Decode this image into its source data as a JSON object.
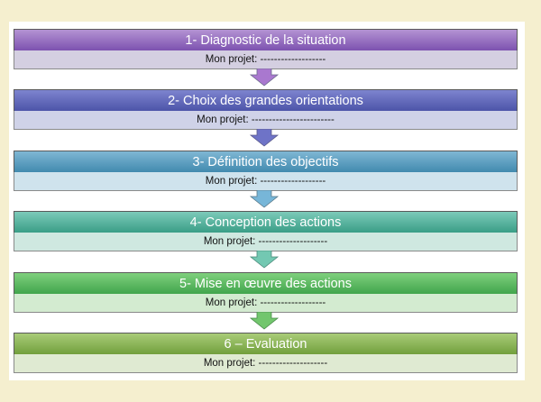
{
  "steps": [
    {
      "title": "1- Diagnostic de la situation",
      "note": "Mon projet: -------------------",
      "head_top": "#b493d3",
      "head_bottom": "#7a4fae",
      "sub_color": "#d4cfe1",
      "arrow_color": "#a978cf"
    },
    {
      "title": "2- Choix des grandes orientations",
      "note": "Mon projet: ------------------------",
      "head_top": "#7d84cf",
      "head_bottom": "#4b52a7",
      "sub_color": "#cfd2e8",
      "arrow_color": "#6e73c7"
    },
    {
      "title": "3- Définition des objectifs",
      "note": "Mon projet: -------------------",
      "head_top": "#7fb7d4",
      "head_bottom": "#3f88ad",
      "sub_color": "#cfe3ed",
      "arrow_color": "#77b6d8"
    },
    {
      "title": "4- Conception des actions",
      "note": "Mon projet: --------------------",
      "head_top": "#7ccab9",
      "head_bottom": "#379c84",
      "sub_color": "#cfe8e0",
      "arrow_color": "#73c8b2"
    },
    {
      "title": "5- Mise en œuvre des actions",
      "note": "Mon projet: -------------------",
      "head_top": "#7fd07d",
      "head_bottom": "#3ea34a",
      "sub_color": "#d3ebd0",
      "arrow_color": "#72c66d"
    },
    {
      "title": "6 – Evaluation",
      "note": "Mon projet: --------------------",
      "head_top": "#a9cc78",
      "head_bottom": "#6f9d3a",
      "sub_color": "#dfead2"
    }
  ]
}
